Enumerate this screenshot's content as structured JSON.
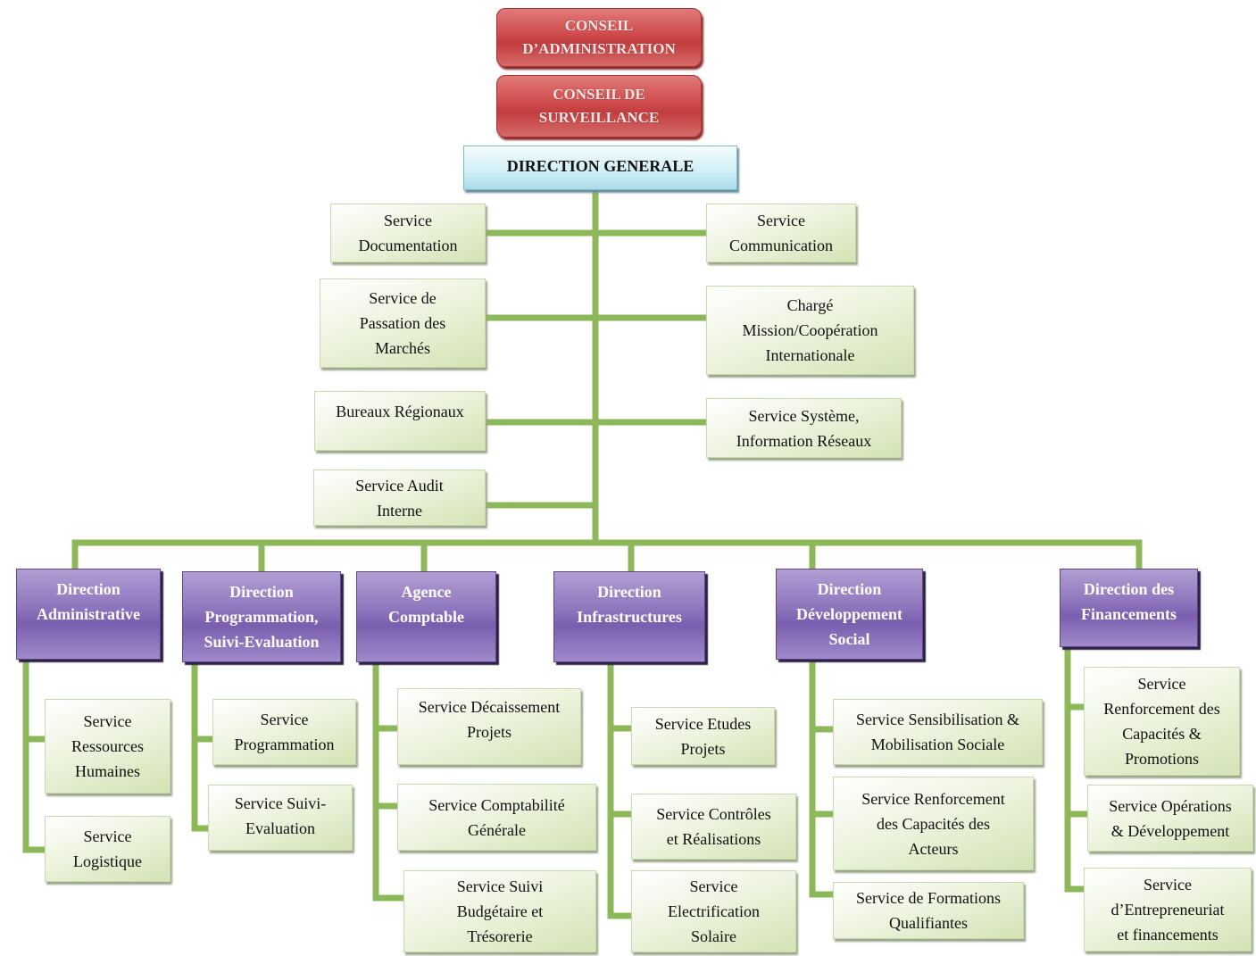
{
  "colors": {
    "connector": "#8db85a",
    "board": "#c94444",
    "direction_generale": "#cfeef6",
    "service": "#e3edcc",
    "direction": "#8c73bb"
  },
  "boards": [
    {
      "label": "CONSEIL\nD’ADMINISTRATION"
    },
    {
      "label": "CONSEIL DE\nSURVEILLANCE"
    }
  ],
  "direction_generale": {
    "label": "DIRECTION GENERALE"
  },
  "staff_left": [
    {
      "label": "Service\nDocumentation"
    },
    {
      "label": "Service de\nPassation des\nMarchés"
    },
    {
      "label": "Bureaux Régionaux"
    },
    {
      "label": "Service Audit\nInterne"
    }
  ],
  "staff_right": [
    {
      "label": "Service\nCommunication"
    },
    {
      "label": "Chargé\nMission/Coopération\nInternationale"
    },
    {
      "label": "Service Système,\nInformation Réseaux"
    }
  ],
  "directions": [
    {
      "label": "Direction\nAdministrative",
      "services": [
        {
          "label": "Service\nRessources\nHumaines"
        },
        {
          "label": "Service\nLogistique"
        }
      ]
    },
    {
      "label": "Direction\nProgrammation,\nSuivi-Evaluation",
      "services": [
        {
          "label": "Service\nProgrammation"
        },
        {
          "label": "Service Suivi-\nEvaluation"
        }
      ]
    },
    {
      "label": "Agence\nComptable",
      "services": [
        {
          "label": "Service Décaissement\nProjets"
        },
        {
          "label": "Service Comptabilité\nGénérale"
        },
        {
          "label": "Service Suivi\nBudgétaire et\nTrésorerie"
        }
      ]
    },
    {
      "label": "Direction\nInfrastructures",
      "services": [
        {
          "label": "Service Etudes\nProjets"
        },
        {
          "label": "Service Contrôles\net Réalisations"
        },
        {
          "label": "Service\nElectrification\nSolaire"
        }
      ]
    },
    {
      "label": "Direction\nDéveloppement\nSocial",
      "services": [
        {
          "label": "Service Sensibilisation &\nMobilisation Sociale"
        },
        {
          "label": "Service Renforcement\ndes Capacités des\nActeurs"
        },
        {
          "label": "Service de Formations\nQualifiantes"
        }
      ]
    },
    {
      "label": "Direction des\nFinancements",
      "services": [
        {
          "label": "Service\nRenforcement des\nCapacités &\nPromotions"
        },
        {
          "label": "Service  Opérations\n& Développement"
        },
        {
          "label": "Service\nd’Entrepreneuriat\net financements"
        }
      ]
    }
  ]
}
